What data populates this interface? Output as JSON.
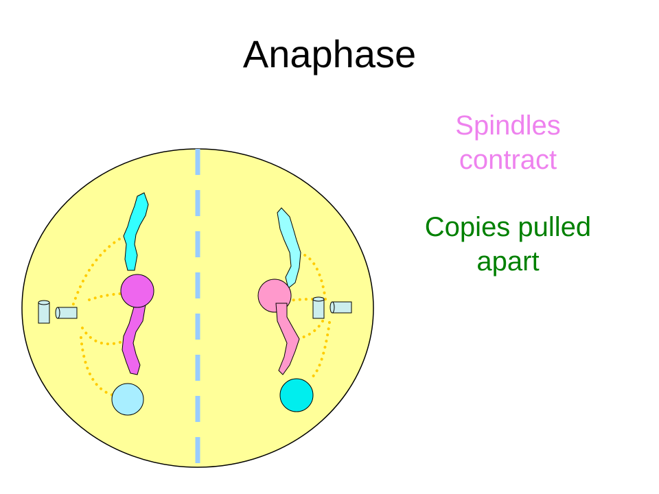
{
  "title": "Anaphase",
  "labels": {
    "spindles": [
      "Spindles",
      "contract"
    ],
    "copies": [
      "Copies pulled",
      "apart"
    ]
  },
  "colors": {
    "cell_fill": "#FFFF99",
    "cell_stroke": "#000000",
    "divider": "#99CCFF",
    "spindle_fiber": "#FFCC00",
    "spindles_text": "#EE82EE",
    "copies_text": "#008000",
    "chromatid_cyan": "#33FFFF",
    "chromatid_light_blue": "#99FFFF",
    "chromatid_magenta": "#EE66EE",
    "chromatid_pink": "#FF99CC",
    "centriole": "#CCEEEE",
    "pole_light_blue": "#A8EEFF",
    "pole_cyan": "#00EEEE"
  },
  "icons": [
    "cell-membrane",
    "cell-equator-line",
    "spindle-fibers",
    "centriole-pair",
    "chromatid",
    "centromere",
    "pole-body"
  ]
}
